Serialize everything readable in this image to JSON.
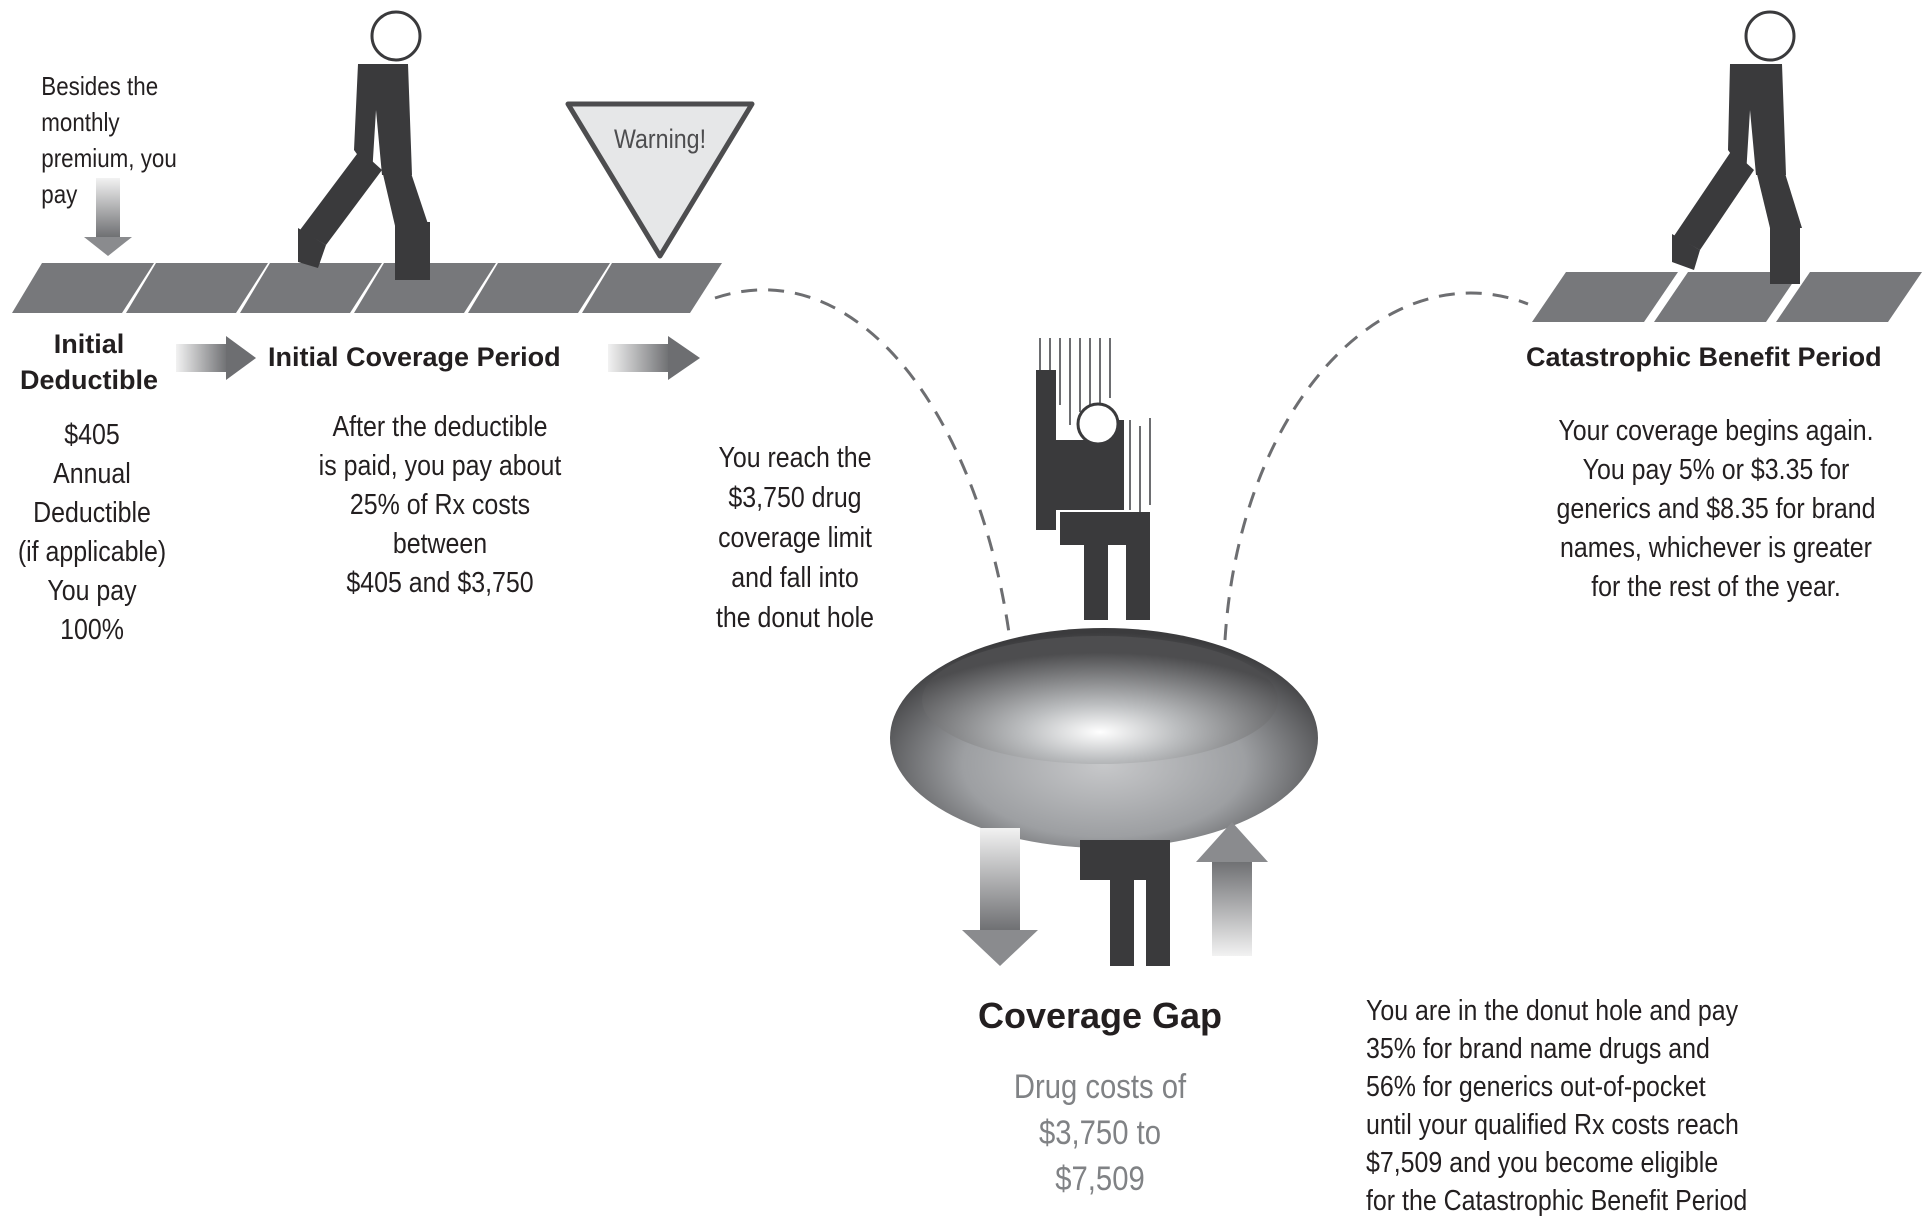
{
  "intro": {
    "text": "Besides the\nmonthly\npremium, you\npay"
  },
  "warning_sign": {
    "label": "Warning!"
  },
  "stages": {
    "initial_deductible": {
      "title": "Initial\nDeductible",
      "body": "$405\nAnnual\nDeductible\n(if applicable)\nYou pay\n100%"
    },
    "initial_coverage": {
      "title": "Initial Coverage Period",
      "body": "After the deductible\nis paid, you pay about\n25% of Rx costs\nbetween\n$405 and $3,750"
    },
    "reach_limit": {
      "body": "You reach the\n$3,750 drug\ncoverage limit\nand fall into\nthe donut hole"
    },
    "catastrophic": {
      "title": "Catastrophic Benefit Period",
      "body": "Your coverage begins again.\nYou pay 5% or $3.35 for\ngenerics and $8.35 for brand\nnames, whichever is greater\nfor the rest of the year."
    },
    "coverage_gap": {
      "title": "Coverage Gap",
      "range": "Drug costs of\n$3,750 to\n$7,509",
      "body": "You are in the donut hole and pay\n35% for brand name drugs and\n56% for generics out-of-pocket\nuntil your qualified Rx costs reach\n$7,509 and you become eligible\nfor the Catastrophic Benefit Period"
    }
  },
  "colors": {
    "tile": "#77787b",
    "figure": "#3a3a3c",
    "text": "#231f20",
    "gap_range_text": "#808285"
  }
}
